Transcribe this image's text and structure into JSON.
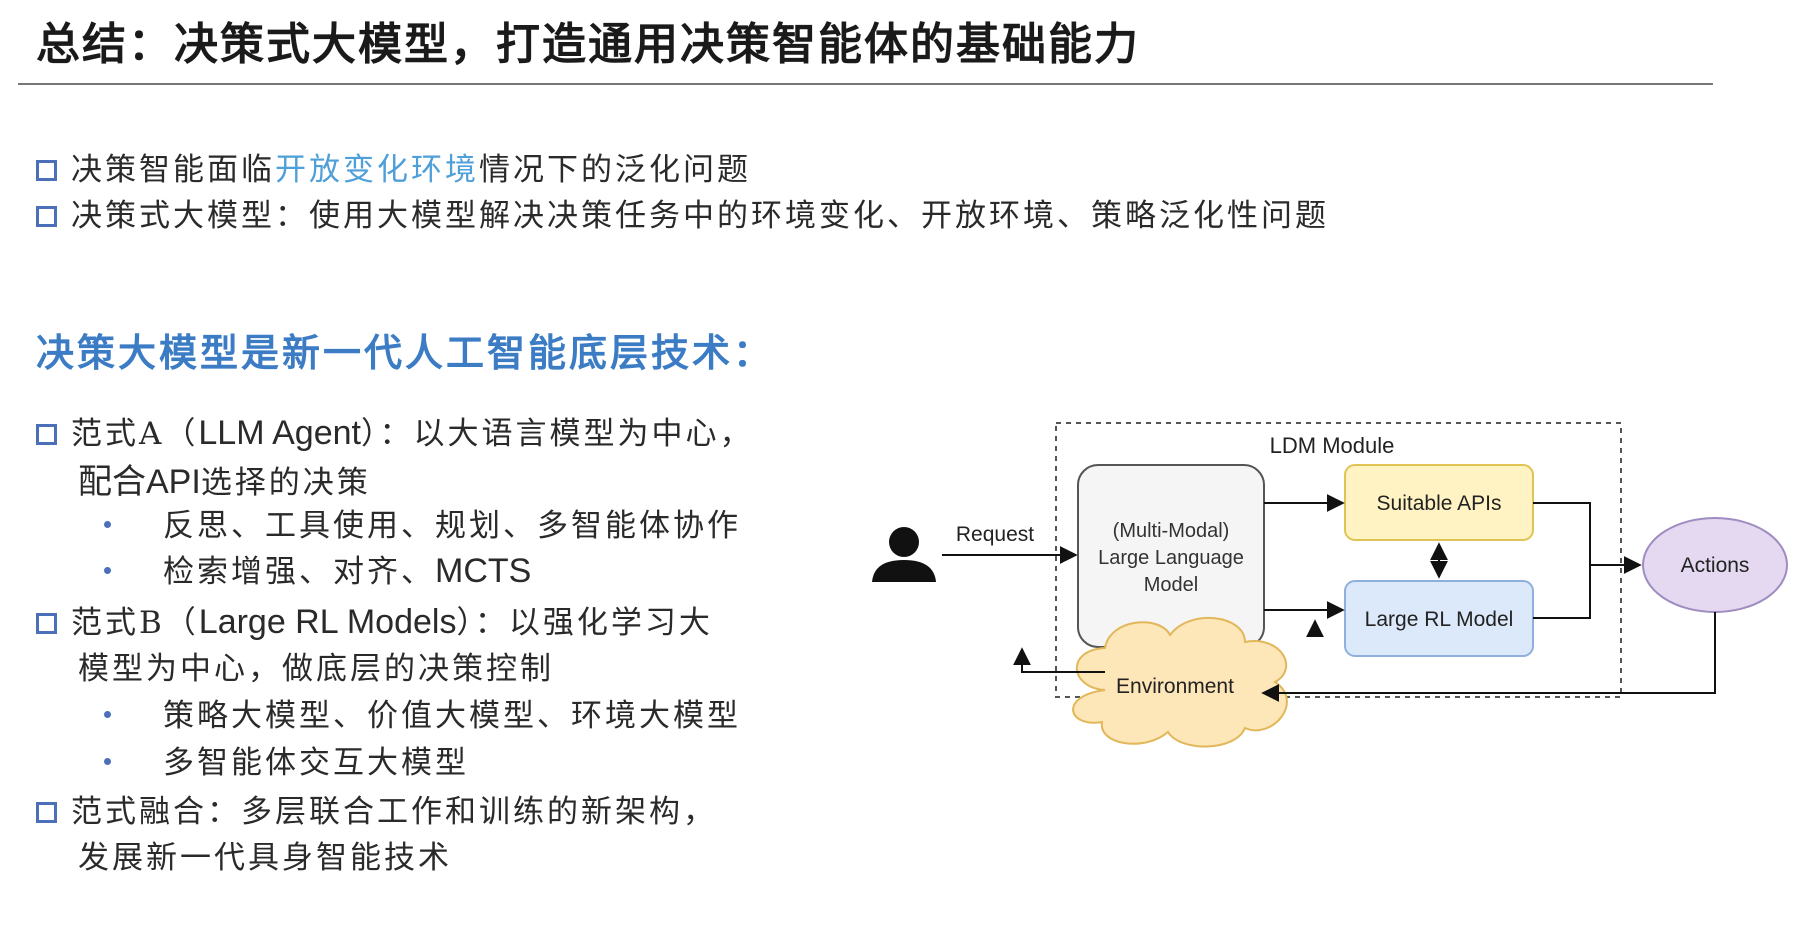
{
  "title": "总结：决策式大模型，打造通用决策智能体的基础能力",
  "intro": {
    "line1_pre": "决策智能面临",
    "line1_highlight": "开放变化环境",
    "line1_post": "情况下的泛化问题",
    "line2": "决策式大模型：使用大模型解决决策任务中的环境变化、开放环境、策略泛化性问题"
  },
  "section_heading": "决策大模型是新一代人工智能底层技术：",
  "paradigms": {
    "a_pre": "范式A（",
    "a_latin": "LLM Agent",
    "a_post": "）：以大语言模型为中心，",
    "a_cont_latin": "配合API",
    "a_cont": "选择的决策",
    "a_sub1": "反思、工具使用、规划、多智能体协作",
    "a_sub2_pre": "检索增强、对齐、",
    "a_sub2_latin": "MCTS",
    "b_pre": "范式B（",
    "b_latin": "Large RL Models",
    "b_post": "）：以强化学习大",
    "b_cont": "模型为中心，做底层的决策控制",
    "b_sub1": "策略大模型、价值大模型、环境大模型",
    "b_sub2": "多智能体交互大模型",
    "fusion": "范式融合：多层联合工作和训练的新架构，",
    "fusion_cont": "发展新一代具身智能技术"
  },
  "diagram": {
    "module_label": "LDM  Module",
    "request_label": "Request",
    "llm_line1": "(Multi-Modal)",
    "llm_line2": "Large Language",
    "llm_line3": "Model",
    "apis_label": "Suitable APIs",
    "rl_label": "Large RL Model",
    "actions_label": "Actions",
    "environment_label": "Environment",
    "colors": {
      "llm_fill": "#f5f5f5",
      "apis_fill": "#fff3c4",
      "apis_stroke": "#e0c453",
      "rl_fill": "#dce9fb",
      "rl_stroke": "#8fb0dc",
      "actions_fill": "#e4d9f0",
      "actions_stroke": "#9f8cc0",
      "env_fill": "#fde6b8",
      "env_stroke": "#e2b75a"
    }
  }
}
